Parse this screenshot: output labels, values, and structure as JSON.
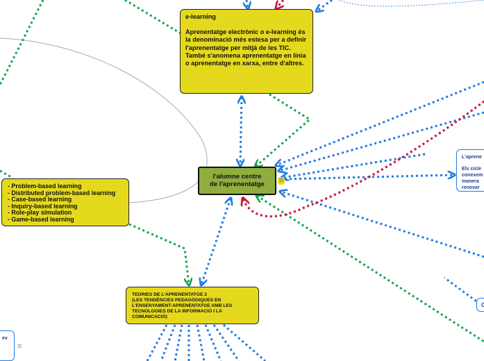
{
  "colors": {
    "blue": "#1e7be0",
    "green": "#12a34a",
    "red": "#c8193c",
    "grey": "#aaaaaa",
    "yellow": "#e5d91e",
    "central": "#8fae3e"
  },
  "nodes": {
    "elearning": {
      "title": "e-learning",
      "body": "Aprenentatge electrònic o e-learning és la denominació més estesa per a definir l'aprenentatge per mitjà de les TIC. També s'anomena aprenentatge en línia o aprenentatge en xarxa, entre d'altres."
    },
    "central": {
      "label": "l'alumne centre\nde l'aprenentatge",
      "menu_icon": "≡"
    },
    "methods": {
      "items": [
        "- Problem-based learning",
        "- Distributed problem-based learning",
        "- Case-based learning",
        "- Inquiry-based learning",
        "- Role-play simulation",
        "- Game-based learning"
      ]
    },
    "teories": {
      "label": "TEORIES DE L'APRENENTATGE 2\n(LES TENDÈNCIES PEDAGÒGIQUES EN L'ENSENYAMENT-APRENENTATGE AMB LES TECNOLOGIES DE LA INFORMACIÓ I LA COMUNICACIÓ)"
    },
    "right_partial": {
      "line1": "L'aprene",
      "line2": "Els cicle",
      "line3": "conexem",
      "line4": "manera",
      "line5": "renovar"
    },
    "right_small": {
      "label": "C"
    },
    "left_partial": {
      "label": "ev",
      "menu_icon": "≡"
    }
  }
}
